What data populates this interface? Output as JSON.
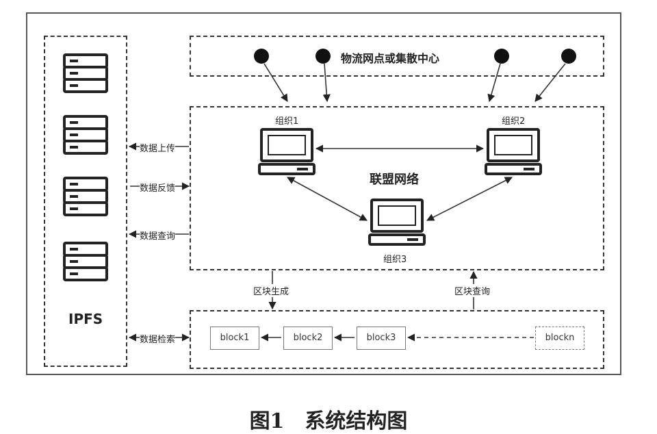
{
  "logistics": {
    "label": "物流网点或集散中心"
  },
  "alliance": {
    "label": "联盟网络"
  },
  "orgs": {
    "org1": "组织1",
    "org2": "组织2",
    "org3": "组织3"
  },
  "ipfs": {
    "label": "IPFS"
  },
  "side_links": {
    "upload": "数据上传",
    "feedback": "数据反馈",
    "query": "数据查询",
    "retrieve": "数据检索"
  },
  "vertical_links": {
    "generate": "区块生成",
    "block_query": "区块查询"
  },
  "blocks": [
    "block1",
    "block2",
    "block3",
    "blockn"
  ],
  "caption": "图1　系统结构图"
}
